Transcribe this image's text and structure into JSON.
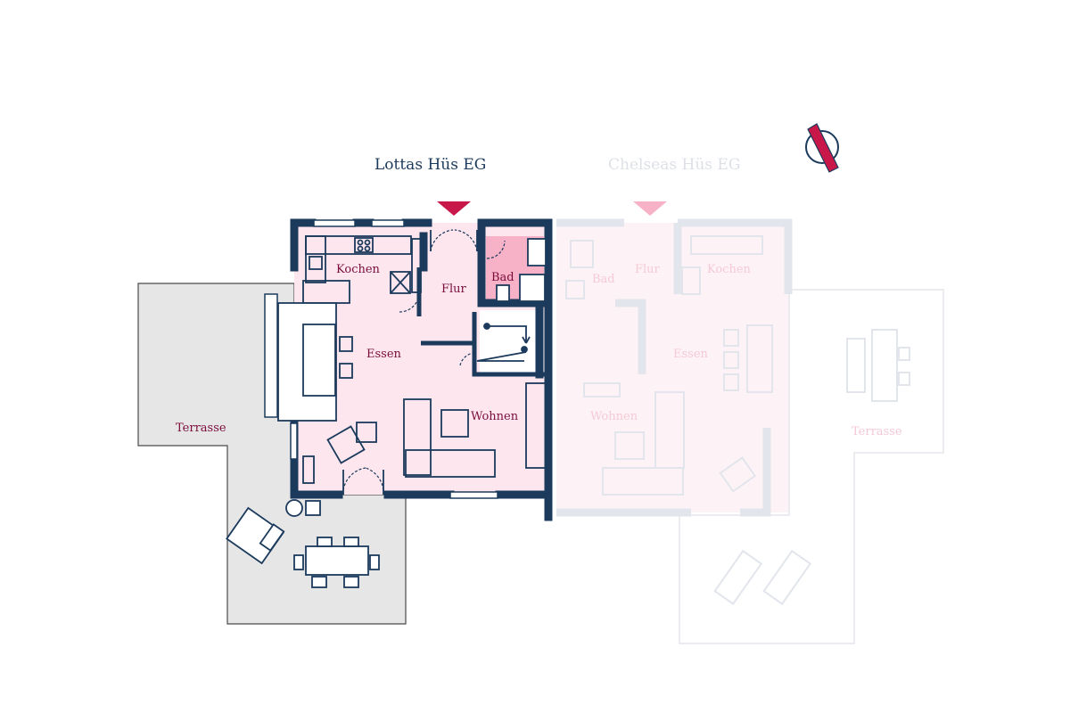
{
  "colors": {
    "wall": "#1b3a5c",
    "floor_pink": "#fde6ee",
    "bath_pink": "#f7b2c8",
    "accent": "#c8184a",
    "room_text": "#7a0c3a",
    "terrace_gray": "#e6e6e6",
    "terrace_stroke": "#4a4a4a",
    "faded_wall": "#e5e8ee",
    "faded_text": "#dde1e7",
    "faded_room_text": "#f5c9d6",
    "faded_floor": "#fdf3f6"
  },
  "units": [
    {
      "title": "Lottas Hüs EG",
      "active": true,
      "entry_marker": "triangle-down",
      "rooms": [
        "Kochen",
        "Flur",
        "Bad",
        "Essen",
        "Wohnen",
        "Terrasse"
      ]
    },
    {
      "title": "Chelseas Hüs EG",
      "active": false,
      "entry_marker": "triangle-down",
      "rooms": [
        "Flur",
        "Bad",
        "Kochen",
        "Essen",
        "Wohnen",
        "Terrasse"
      ]
    }
  ],
  "compass": {
    "icon": "north-arrow-icon"
  }
}
